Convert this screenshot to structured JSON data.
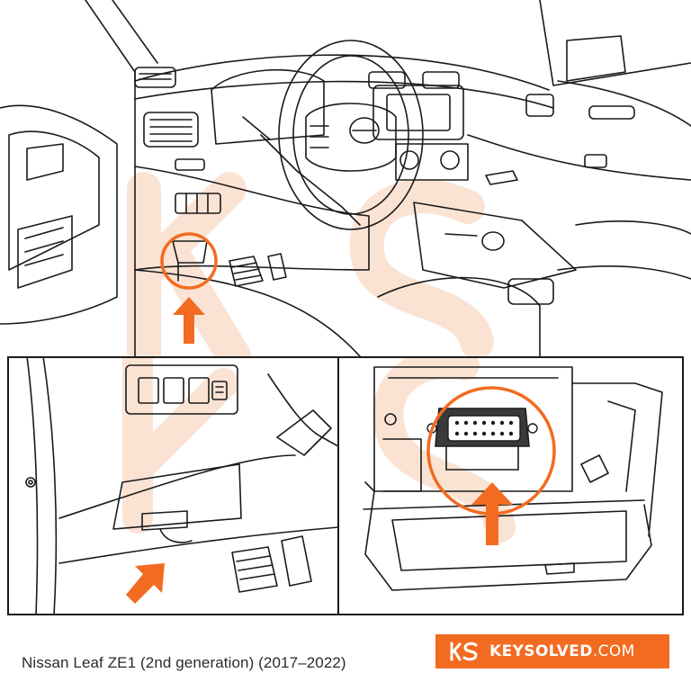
{
  "caption": "Nissan Leaf ZE1 (2nd generation) (2017–2022)",
  "brand": {
    "name": "KEYSOLVED",
    "tld": ".COM",
    "color": "#f26b21",
    "logo_icon": "ks-logo-icon"
  },
  "colors": {
    "line": "#1a1a1a",
    "accent": "#f26b21",
    "watermark": "#fbe3d4"
  },
  "icons": [
    "arrow-up-icon",
    "highlight-circle-icon",
    "obd-port-icon",
    "steering-wheel-icon",
    "pedal-icon"
  ]
}
